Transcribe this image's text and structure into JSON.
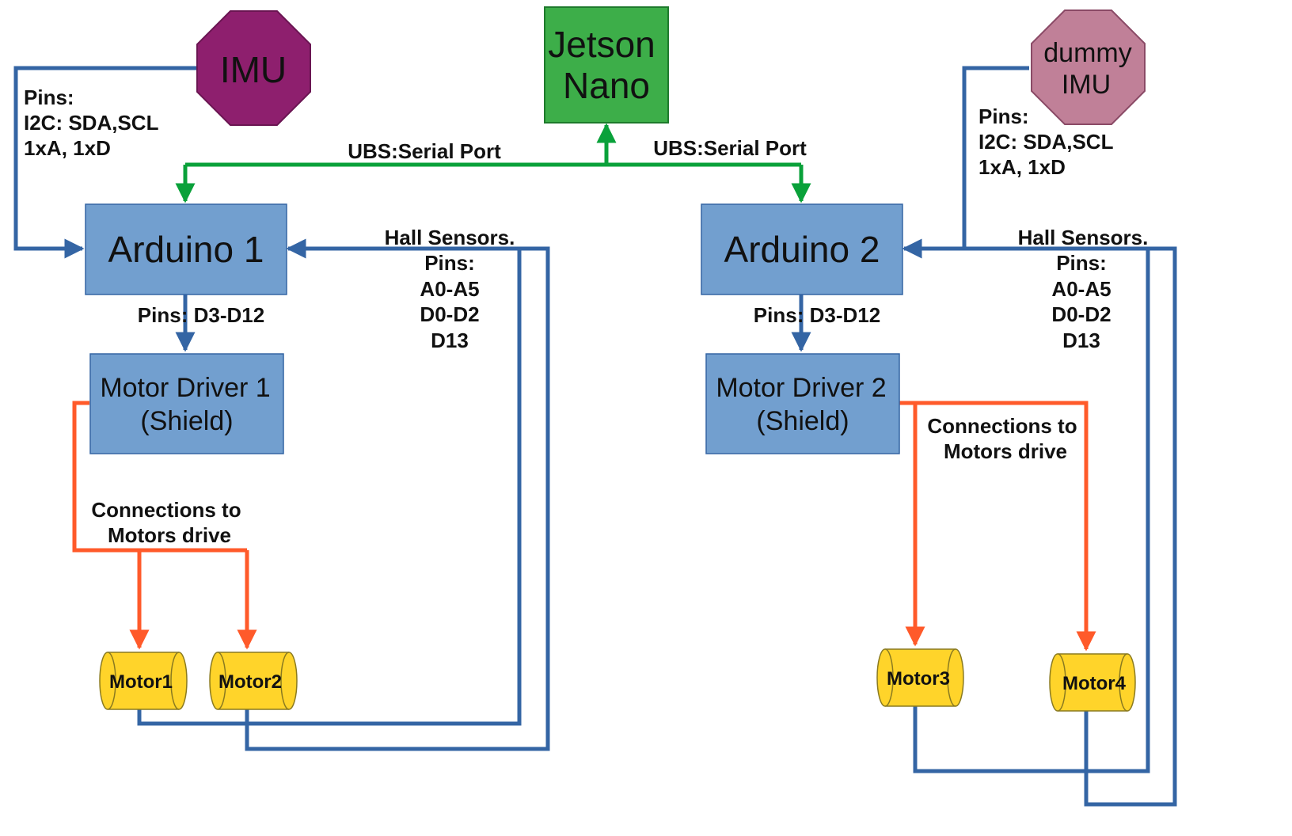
{
  "colors": {
    "blue_line": "#3465a4",
    "green_line": "#0aa13a",
    "orange_line": "#ff5a2a",
    "box_fill": "#729fcf",
    "jetson_fill": "#3dae49",
    "imu_fill": "#8e1f6e",
    "dummy_imu_fill": "#c08098",
    "motor_fill": "#ffd42a"
  },
  "nodes": {
    "imu": "IMU",
    "jetson": [
      "Jetson",
      "Nano"
    ],
    "dummy_imu": [
      "dummy",
      "IMU"
    ],
    "arduino1": "Arduino 1",
    "arduino2": "Arduino 2",
    "driver1": [
      "Motor Driver 1",
      "(Shield)"
    ],
    "driver2": [
      "Motor Driver 2",
      "(Shield)"
    ],
    "motors": [
      "Motor1",
      "Motor2",
      "Motor3",
      "Motor4"
    ]
  },
  "labels": {
    "imu_pins": [
      "Pins:",
      "I2C: SDA,SCL",
      "1xA, 1xD"
    ],
    "dummy_pins": [
      "Pins:",
      "I2C: SDA,SCL",
      "1xA, 1xD"
    ],
    "serial_left": "UBS:Serial Port",
    "serial_right": "UBS:Serial Port",
    "pins_d1": "Pins: D3-D12",
    "pins_d2": "Pins: D3-D12",
    "hall_left": [
      "Hall Sensors.",
      "Pins:",
      "A0-A5",
      "D0-D2",
      "D13"
    ],
    "hall_right": [
      "Hall Sensors.",
      "Pins:",
      "A0-A5",
      "D0-D2",
      "D13"
    ],
    "motors_conn_left": [
      "Connections to",
      "Motors drive"
    ],
    "motors_conn_right": [
      "Connections to",
      "Motors drive"
    ]
  }
}
